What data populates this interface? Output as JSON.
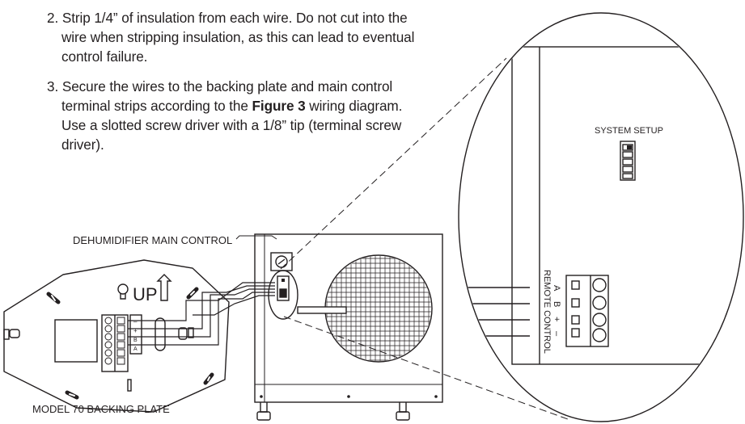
{
  "instructions": [
    {
      "number": "2.",
      "text_before": "Strip 1/4” of insulation from each wire. Do not cut into the wire when stripping insulation, as this can lead to eventual control failure.",
      "bold": "",
      "text_after": ""
    },
    {
      "number": "3.",
      "text_before": "Secure the wires to the backing plate and main control terminal strips according to the ",
      "bold": "Figure 3",
      "text_after": " wiring diagram. Use a slotted screw driver with a 1/8” tip (terminal screw driver)."
    }
  ],
  "labels": {
    "main_control": "DEHUMIDIFIER MAIN CONTROL",
    "backing_plate": "MODEL 70 BACKING PLATE",
    "system_setup": "SYSTEM SETUP",
    "remote_control": "REMOTE CONTROL",
    "up_mark": "UP",
    "terminals": [
      "A",
      "B",
      "+",
      "–"
    ],
    "plate_terminals": [
      "–",
      "+",
      "B",
      "A"
    ]
  }
}
